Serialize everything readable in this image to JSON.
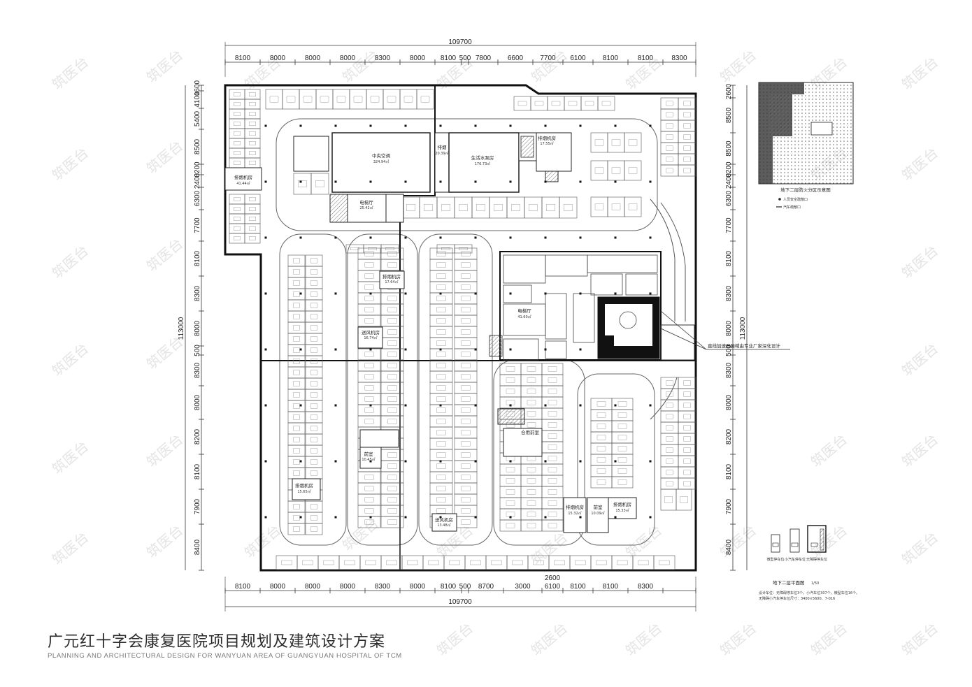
{
  "title": {
    "cn": "广元红十字会康复医院项目规划及建筑设计方案",
    "en": "PLANNING AND ARCHITECTURAL DESIGN FOR WANYUAN AREA OF GUANGYUAN HOSPITAL OF TCM"
  },
  "dims": {
    "total_h": "109700",
    "total_v": "113000",
    "top": [
      "8100",
      "8000",
      "8000",
      "8000",
      "8300",
      "8000",
      "8100",
      "500",
      "7800",
      "6600",
      "7700",
      "6100",
      "8100",
      "8100",
      "8300"
    ],
    "bottom": [
      "8100",
      "8000",
      "8000",
      "8000",
      "8300",
      "8000",
      "8100",
      "500",
      "8700",
      "3000",
      "6100",
      "8100",
      "8100",
      "8300"
    ],
    "bottom_extra": "2600",
    "left": [
      "1600",
      "4100",
      "5400",
      "8500",
      "3200",
      "2400",
      "6300",
      "7700",
      "8100",
      "8300",
      "8000",
      "500",
      "8300",
      "8000",
      "8200",
      "8100",
      "7900",
      "8400"
    ],
    "right": [
      "2600",
      "8500",
      "8500",
      "3200",
      "2400",
      "6300",
      "7700",
      "8100",
      "8300",
      "8000",
      "500",
      "8300",
      "8000",
      "8200",
      "8100",
      "7900",
      "8400"
    ]
  },
  "rooms": [
    {
      "id": "hvac",
      "label": "中央空调",
      "area": "324.94㎡"
    },
    {
      "id": "smoke1",
      "label": "排烟",
      "area": "20.39㎡"
    },
    {
      "id": "water",
      "label": "生活水泵房",
      "area": "176.73㎡"
    },
    {
      "id": "smoke2",
      "label": "排烟机房",
      "area": "17.55㎡"
    },
    {
      "id": "smoke3",
      "label": "排烟机房",
      "area": "41.44㎡"
    },
    {
      "id": "elev1",
      "label": "电梯厅",
      "area": "25.42㎡"
    },
    {
      "id": "smoke4",
      "label": "排烟机房",
      "area": "17.64㎡"
    },
    {
      "id": "supply1",
      "label": "送风机房",
      "area": "16.74㎡"
    },
    {
      "id": "elev2",
      "label": "电梯厅",
      "area": "41.60㎡"
    },
    {
      "id": "front1",
      "label": "前室",
      "area": "10.45㎡"
    },
    {
      "id": "smoke5",
      "label": "排烟机房",
      "area": "15.65㎡"
    },
    {
      "id": "supply2",
      "label": "送风机房",
      "area": "13.48㎡"
    },
    {
      "id": "shared",
      "label": "合用前室",
      "area": ""
    },
    {
      "id": "smoke6",
      "label": "排烟机房",
      "area": "15.32㎡"
    },
    {
      "id": "front2",
      "label": "前室",
      "area": "10.09㎡"
    },
    {
      "id": "smoke7",
      "label": "排烟机房",
      "area": "15.33㎡"
    }
  ],
  "annotation": "直线加速器区域由专业厂家深化设计",
  "key_plan": {
    "caption": "地下二层防火分区示意图",
    "legend": [
      "人员安全疏散口",
      "汽车疏散口"
    ]
  },
  "floor": {
    "caption": "地下二层平面图",
    "scale": "1/50",
    "notes": [
      "设计车位：无障碍停车位3个，小汽车位307个，微型车位16个。",
      "无障碍小汽车停车位尺寸：3400×5600、7-016"
    ],
    "stall_labels": [
      "微型停车位",
      "小汽车停车位",
      "无障碍停车位"
    ]
  },
  "watermark": "筑医台",
  "colors": {
    "line": "#111111",
    "thin": "#555555",
    "hatch": "#888888"
  }
}
